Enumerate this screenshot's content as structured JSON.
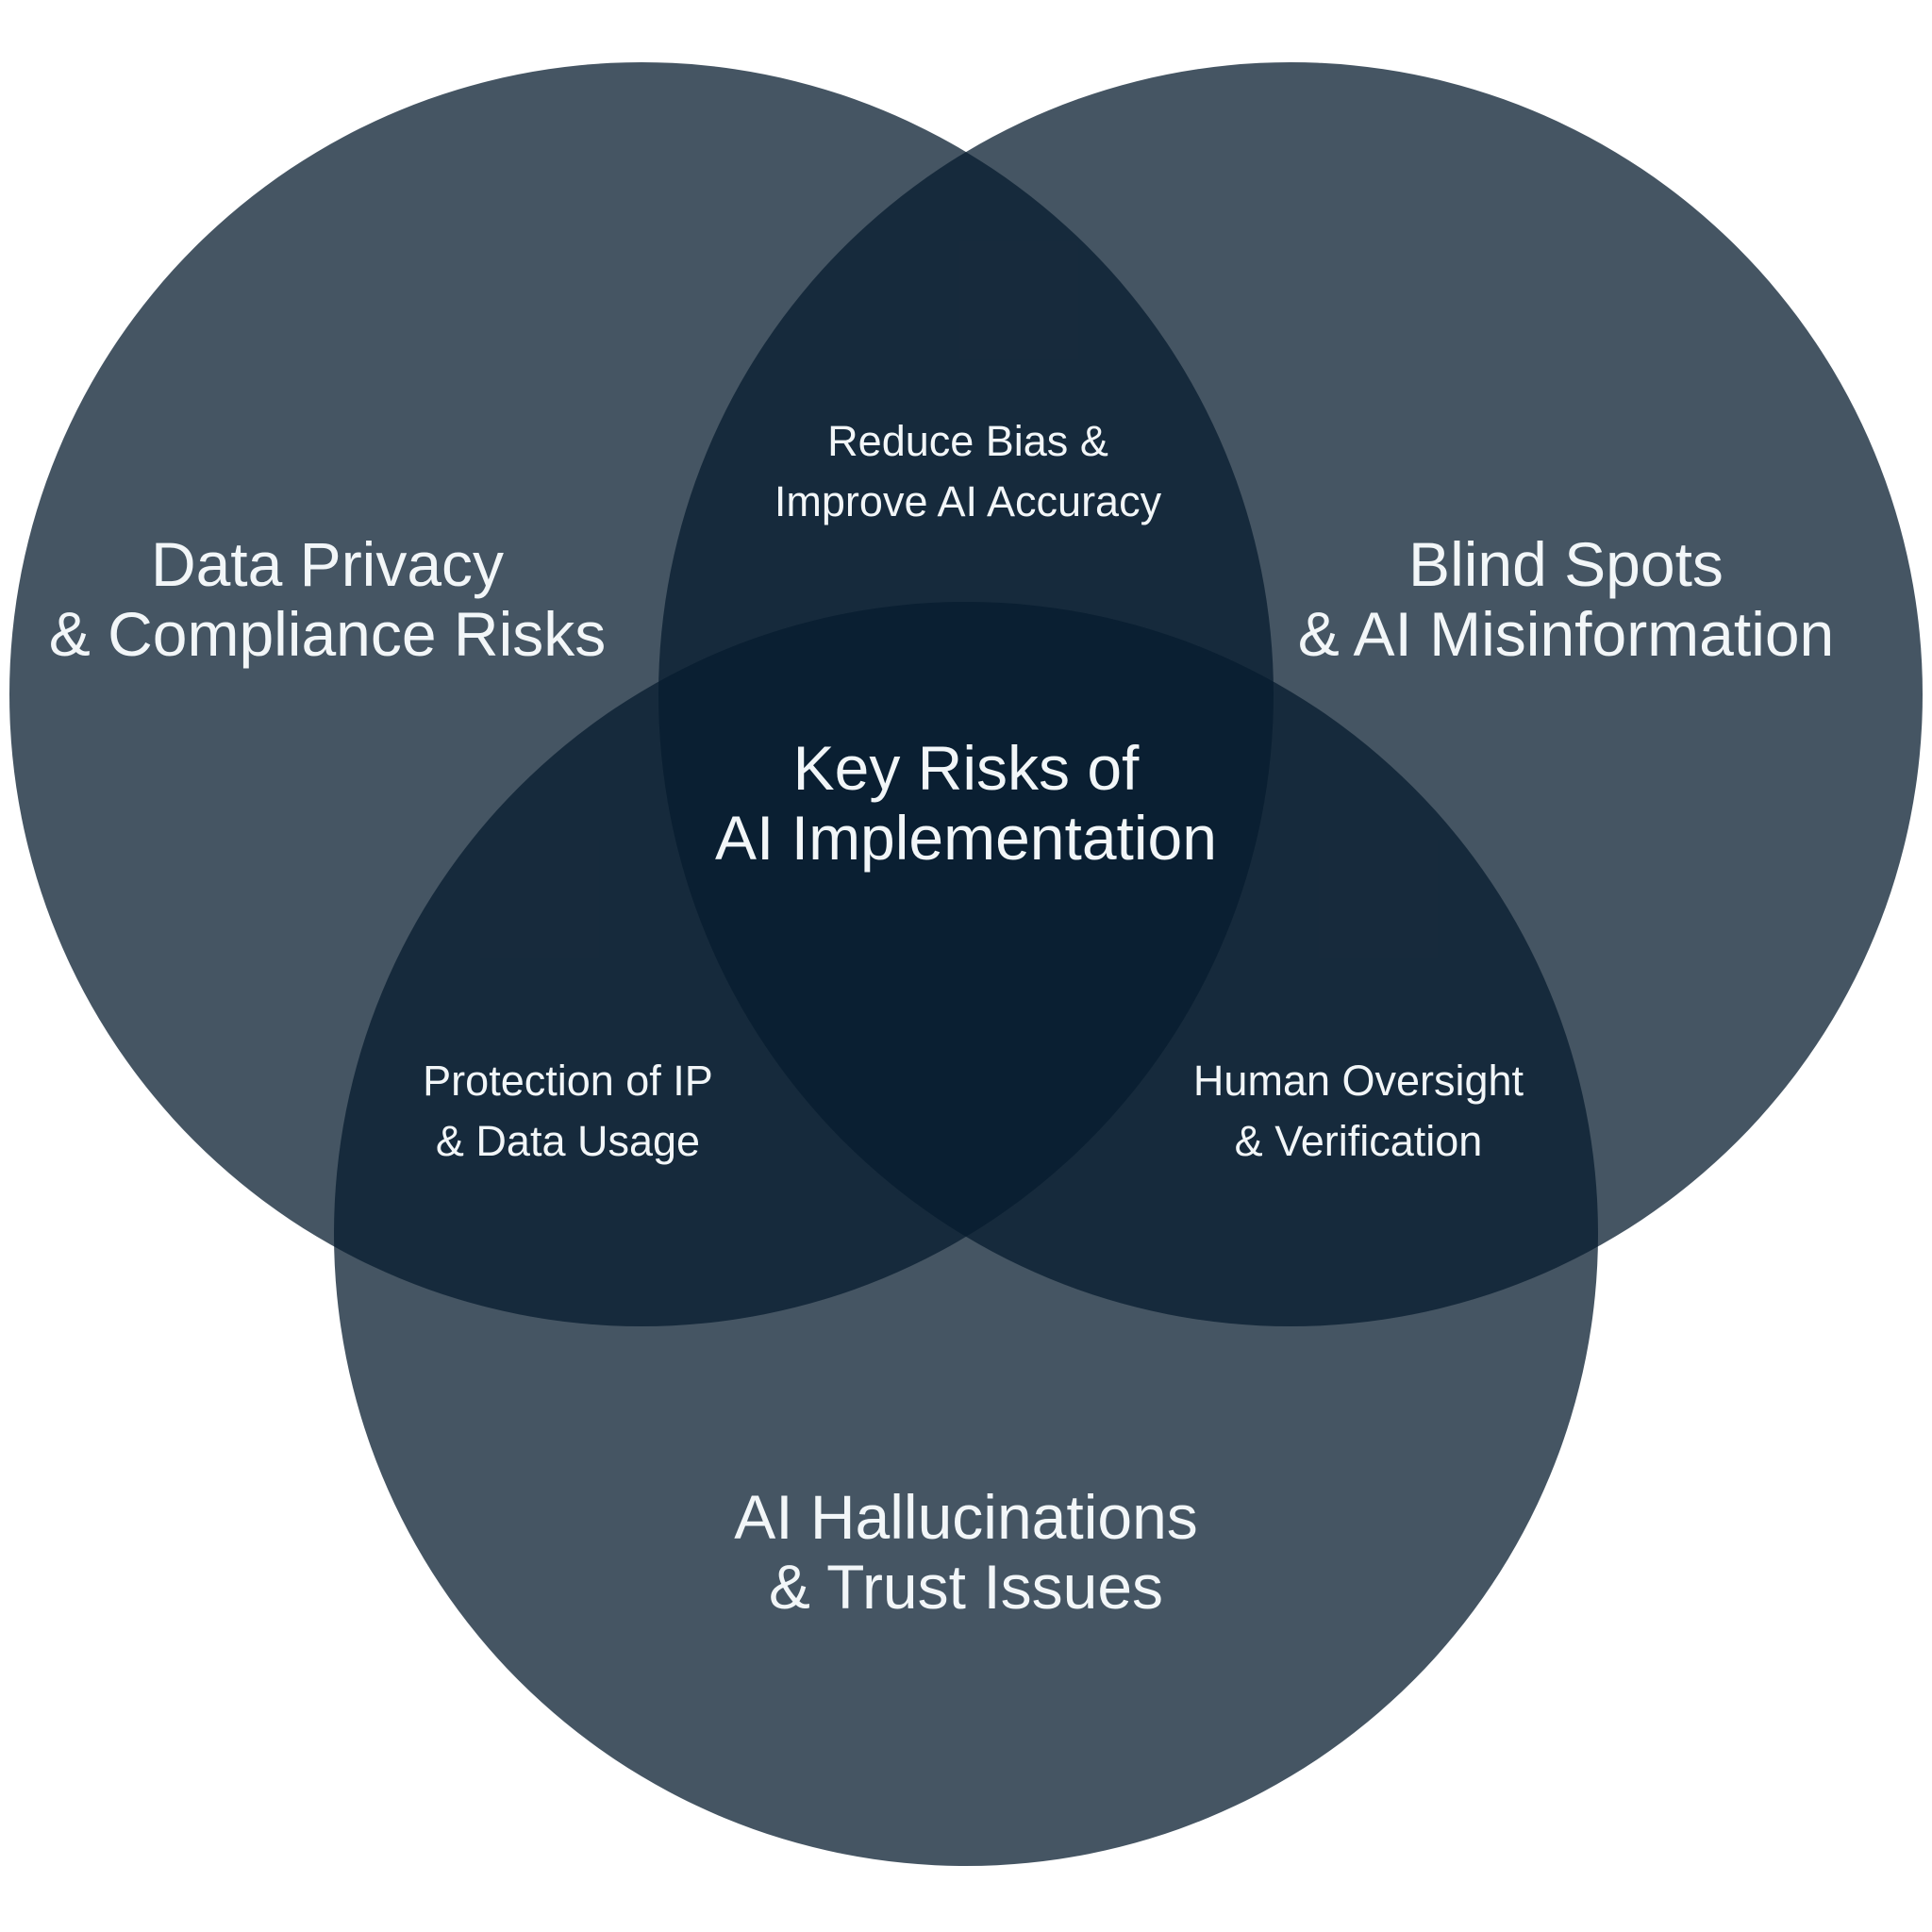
{
  "diagram": {
    "type": "venn",
    "background_color": "#ffffff",
    "circle_fill_rgba": "rgba(7, 28, 47, 0.75)",
    "single_region_color": "#455563",
    "double_overlap_color": "#172e3e",
    "triple_overlap_color": "#102536",
    "text_color": "#f2f6f8",
    "center_label": {
      "lines": [
        "Key Risks of",
        "AI Implementation"
      ]
    },
    "sets": [
      {
        "id": "data-privacy",
        "lines": [
          "Data Privacy",
          "& Compliance Risks"
        ]
      },
      {
        "id": "blind-spots",
        "lines": [
          "Blind Spots",
          "& AI Misinformation"
        ]
      },
      {
        "id": "ai-hallucinations",
        "lines": [
          "AI Hallucinations",
          "& Trust Issues"
        ]
      }
    ],
    "intersections": [
      {
        "id": "top",
        "overlap_of": [
          "data-privacy",
          "blind-spots"
        ],
        "lines": [
          "Reduce Bias &",
          "Improve AI Accuracy"
        ]
      },
      {
        "id": "left",
        "overlap_of": [
          "data-privacy",
          "ai-hallucinations"
        ],
        "lines": [
          "Protection of IP",
          "& Data Usage"
        ]
      },
      {
        "id": "right",
        "overlap_of": [
          "blind-spots",
          "ai-hallucinations"
        ],
        "lines": [
          "Human Oversight",
          "& Verification"
        ]
      }
    ]
  }
}
